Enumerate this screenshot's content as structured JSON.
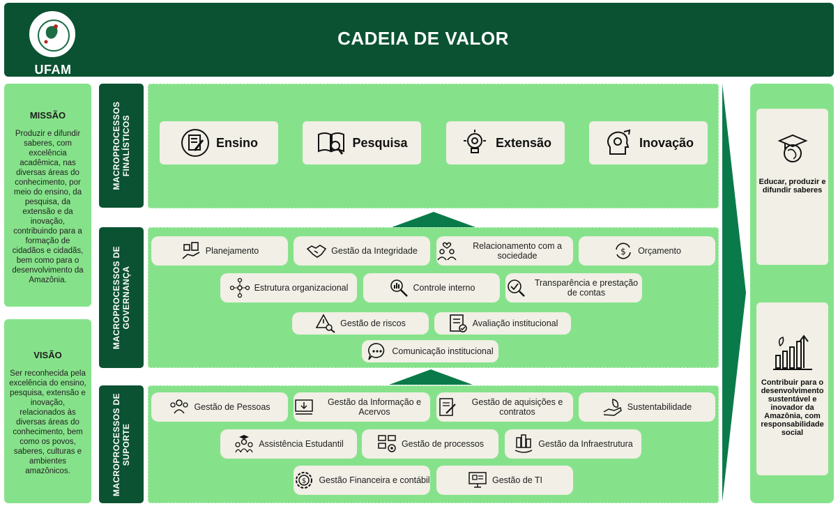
{
  "header": {
    "title": "CADEIA DE VALOR",
    "logo_text": "UFAM"
  },
  "mission": {
    "title": "MISSÃO",
    "text": "Produzir e difundir saberes, com excelência acadêmica, nas diversas áreas do conhecimento, por meio do ensino, da pesquisa, da extensão e da inovação, contribuindo para a formação de cidadãos e cidadãs, bem como para o desenvolvimento da Amazônia."
  },
  "vision": {
    "title": "VISÃO",
    "text": "Ser reconhecida pela excelência do ensino, pesquisa, extensão e inovação, relacionados às diversas áreas do conhecimento, bem como os povos, saberes, culturas e ambientes amazônicos."
  },
  "labels": {
    "finalisticos": "MACROPROCESSOS FINALÍSTICOS",
    "governanca": "MACROPROCESSOS DE GOVERNANÇA",
    "suporte": "MACROPROCESSOS DE SUPORTE"
  },
  "finalisticos": [
    "Ensino",
    "Pesquisa",
    "Extensão",
    "Inovação"
  ],
  "governanca": [
    "Planejamento",
    "Gestão da Integridade",
    "Relacionamento com a sociedade",
    "Orçamento",
    "Estrutura organizacional",
    "Controle interno",
    "Transparência e prestação de contas",
    "Gestão de riscos",
    "Avaliação institucional",
    "Comunicação institucional"
  ],
  "suporte": [
    "Gestão de Pessoas",
    "Gestão da Informação e Acervos",
    "Gestão de aquisições e contratos",
    "Sustentabilidade",
    "Assistência Estudantil",
    "Gestão de processos",
    "Gestão da Infraestrutura",
    "Gestão Financeira e contábil",
    "Gestão de TI"
  ],
  "outcomes": [
    "Educar, produzir e difundir saberes",
    "Contribuir para o desenvolvimento sustentável e inovador da Amazônia, com responsabilidade social"
  ],
  "colors": {
    "dark_green": "#0b5232",
    "light_green": "#86e28a",
    "card": "#f1efe6",
    "arrow": "#0b7a4a"
  }
}
